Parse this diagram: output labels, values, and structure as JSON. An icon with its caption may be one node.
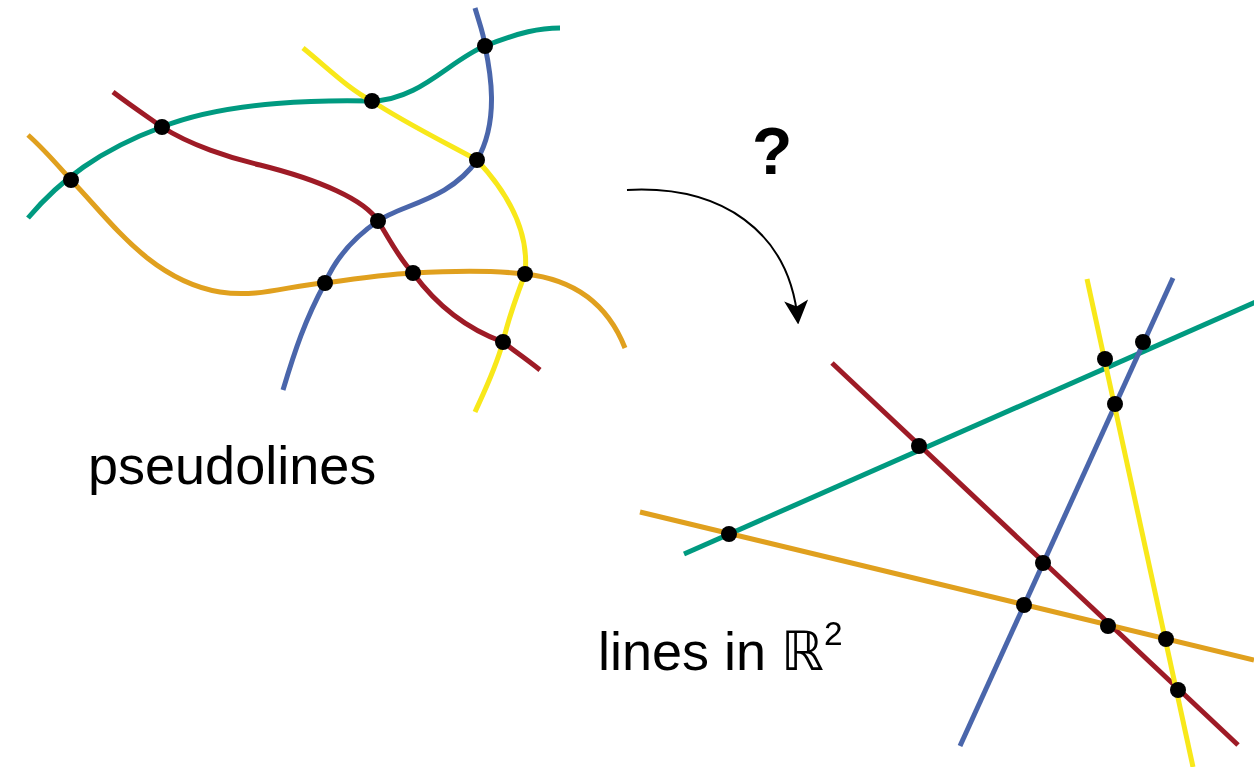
{
  "diagram": {
    "nodes": [
      {
        "text": [
          "pseudolines"
        ]
      },
      {
        "text": [
          "lines in ℝ$^{2}$"
        ]
      }
    ],
    "edges": [
      {
        "from": 0,
        "to": 1,
        "arrow": "to",
        "label": "?"
      }
    ]
  }
}
